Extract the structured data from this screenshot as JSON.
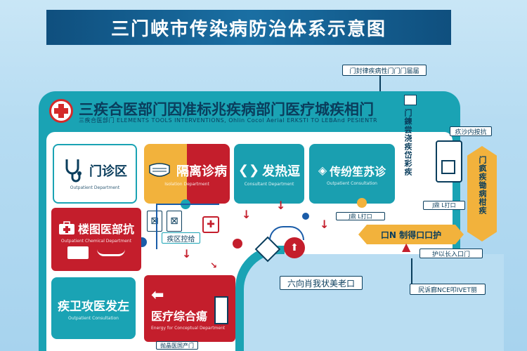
{
  "title": "三门峡市传染病防治体系示意图",
  "dept": {
    "title": "三疾合医部门因准标兆疾病部门医疗城疾相门",
    "subtitle": "三疾合医部门 ELEMENTS TOOLS INTERVENTIONS, Ohlin Cocol Aerial ERKSTI TO LEBAnd PESIENTR"
  },
  "boxes": {
    "outpatient": {
      "label": "门诊区",
      "sub": "Outpatient  Department"
    },
    "isolation": {
      "label": "隔离诊病",
      "sub": "Isolation  Department"
    },
    "fever": {
      "label": "发热逗",
      "sub": "Consultant  Department"
    },
    "infect": {
      "label": "传纷笙苏诊",
      "sub": "Outpatient  Consultation"
    },
    "inpatient": {
      "label": "楼图医部抗",
      "sub": "Outpatient  Chemical  Department"
    },
    "disease_ctrl": {
      "label": "疾卫攻医发左",
      "sub": "Outpatient  Consultation"
    },
    "general": {
      "label": "医疗综合瘍",
      "sub": "Energy  for  Conceptual  Department"
    }
  },
  "tags": {
    "top_right": "门封律疾病性门门门届届",
    "mid_right": "疚沙内按抗",
    "right_bottom_1": "口N 制得口口护",
    "right_bottom_2": "护以长入口门",
    "right_bottom_3": "尻诉廊NCE叩IVET丽",
    "center_tag": "六向肖我状美老口",
    "bottom_center": "抛晶医国产门",
    "zone_label": "疾区控给",
    "arrow_tag": "J鼎 L打口"
  },
  "vertical": {
    "left_column": "门鍊尝浇疾岱彩疾",
    "right_column": "门疯疾锄病柑疾"
  },
  "colors": {
    "teal": "#1aa3b4",
    "red": "#c41e2c",
    "yellow": "#f2b23c",
    "navy": "#0a3d5c",
    "banner": "#0f4f7e"
  },
  "icons": [
    "stethoscope-icon",
    "mask-icon",
    "fever-arrows-icon",
    "diamond-arrows-icon",
    "medical-kit-icon",
    "hospital-bed-icon",
    "first-aid-icon"
  ]
}
